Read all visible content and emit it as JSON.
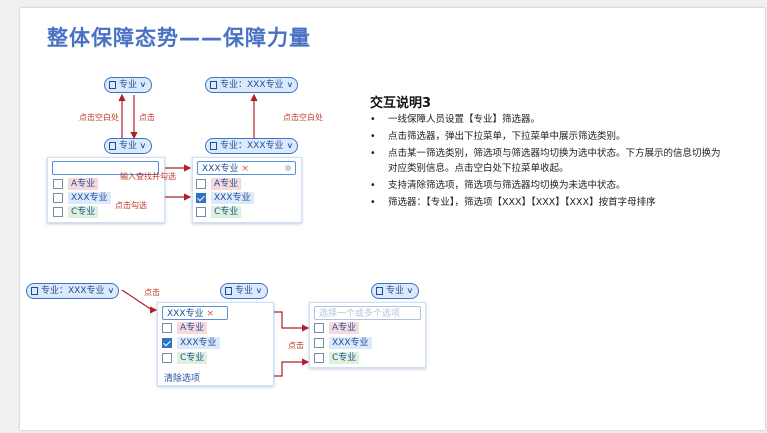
{
  "title": "整体保障态势——保障力量",
  "pills": {
    "major": "专业",
    "major_selected": "专业：XXX专业"
  },
  "search": {
    "selected_tag": "XXX专业",
    "remove_mark": "×",
    "placeholder": "选择一个或多个选项"
  },
  "options": [
    "A专业",
    "XXX专业",
    "C专业"
  ],
  "clear_label": "清除选项",
  "annotations": {
    "click_blank": "点击空白处",
    "click": "点击",
    "input_search_check": "输入查找并勾选",
    "click_check": "点击勾选"
  },
  "notes": {
    "title": "交互说明3",
    "items": [
      "一线保障人员设置【专业】筛选器。",
      "点击筛选器，弹出下拉菜单，下拉菜单中展示筛选类别。",
      "点击某一筛选类别，筛选项与筛选器均切换为选中状态。下方展示的信息切换为对应类别信息。点击空白处下拉菜单收起。",
      "支持清除筛选项，筛选项与筛选器均切换为未选中状态。",
      "筛选器：【专业】，筛选项【XXX】【XXX】【XXX】按首字母排序"
    ]
  },
  "colors": {
    "title": "#4a72c4",
    "accent": "#3b73c8",
    "arrow": "#b0202a",
    "pill_bg": "#dbe9fa"
  }
}
